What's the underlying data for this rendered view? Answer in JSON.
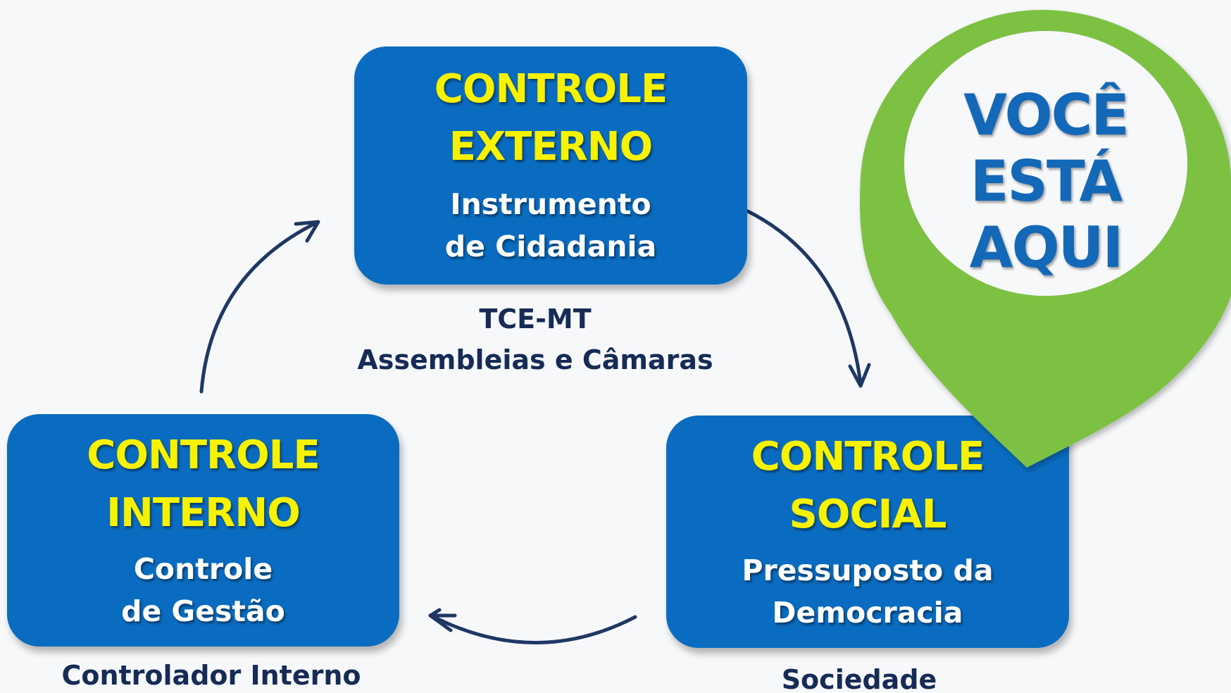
{
  "colors": {
    "background": "#f7f8fa",
    "box": "#0a6cc0",
    "title_text": "#f7f200",
    "sub_text": "#ffffff",
    "caption_text": "#162b56",
    "arrow": "#1f3763",
    "pin": "#7cc142",
    "pin_text": "#1368b8"
  },
  "externo": {
    "title_1": "CONTROLE",
    "title_2": "EXTERNO",
    "sub_1": "Instrumento",
    "sub_2": "de Cidadania",
    "caption_1": "TCE-MT",
    "caption_2": "Assembleias e Câmaras"
  },
  "interno": {
    "title_1": "CONTROLE",
    "title_2": "INTERNO",
    "sub_1": "Controle",
    "sub_2": "de Gestão",
    "caption_1": "Controlador Interno"
  },
  "social": {
    "title_1": "CONTROLE",
    "title_2": "SOCIAL",
    "sub_1": "Pressuposto da",
    "sub_2": "Democracia",
    "caption_1": "Sociedade"
  },
  "pin": {
    "line_1": "VOCÊ",
    "line_2": "ESTÁ",
    "line_3": "AQUI",
    "icon": "map-pin-icon"
  }
}
